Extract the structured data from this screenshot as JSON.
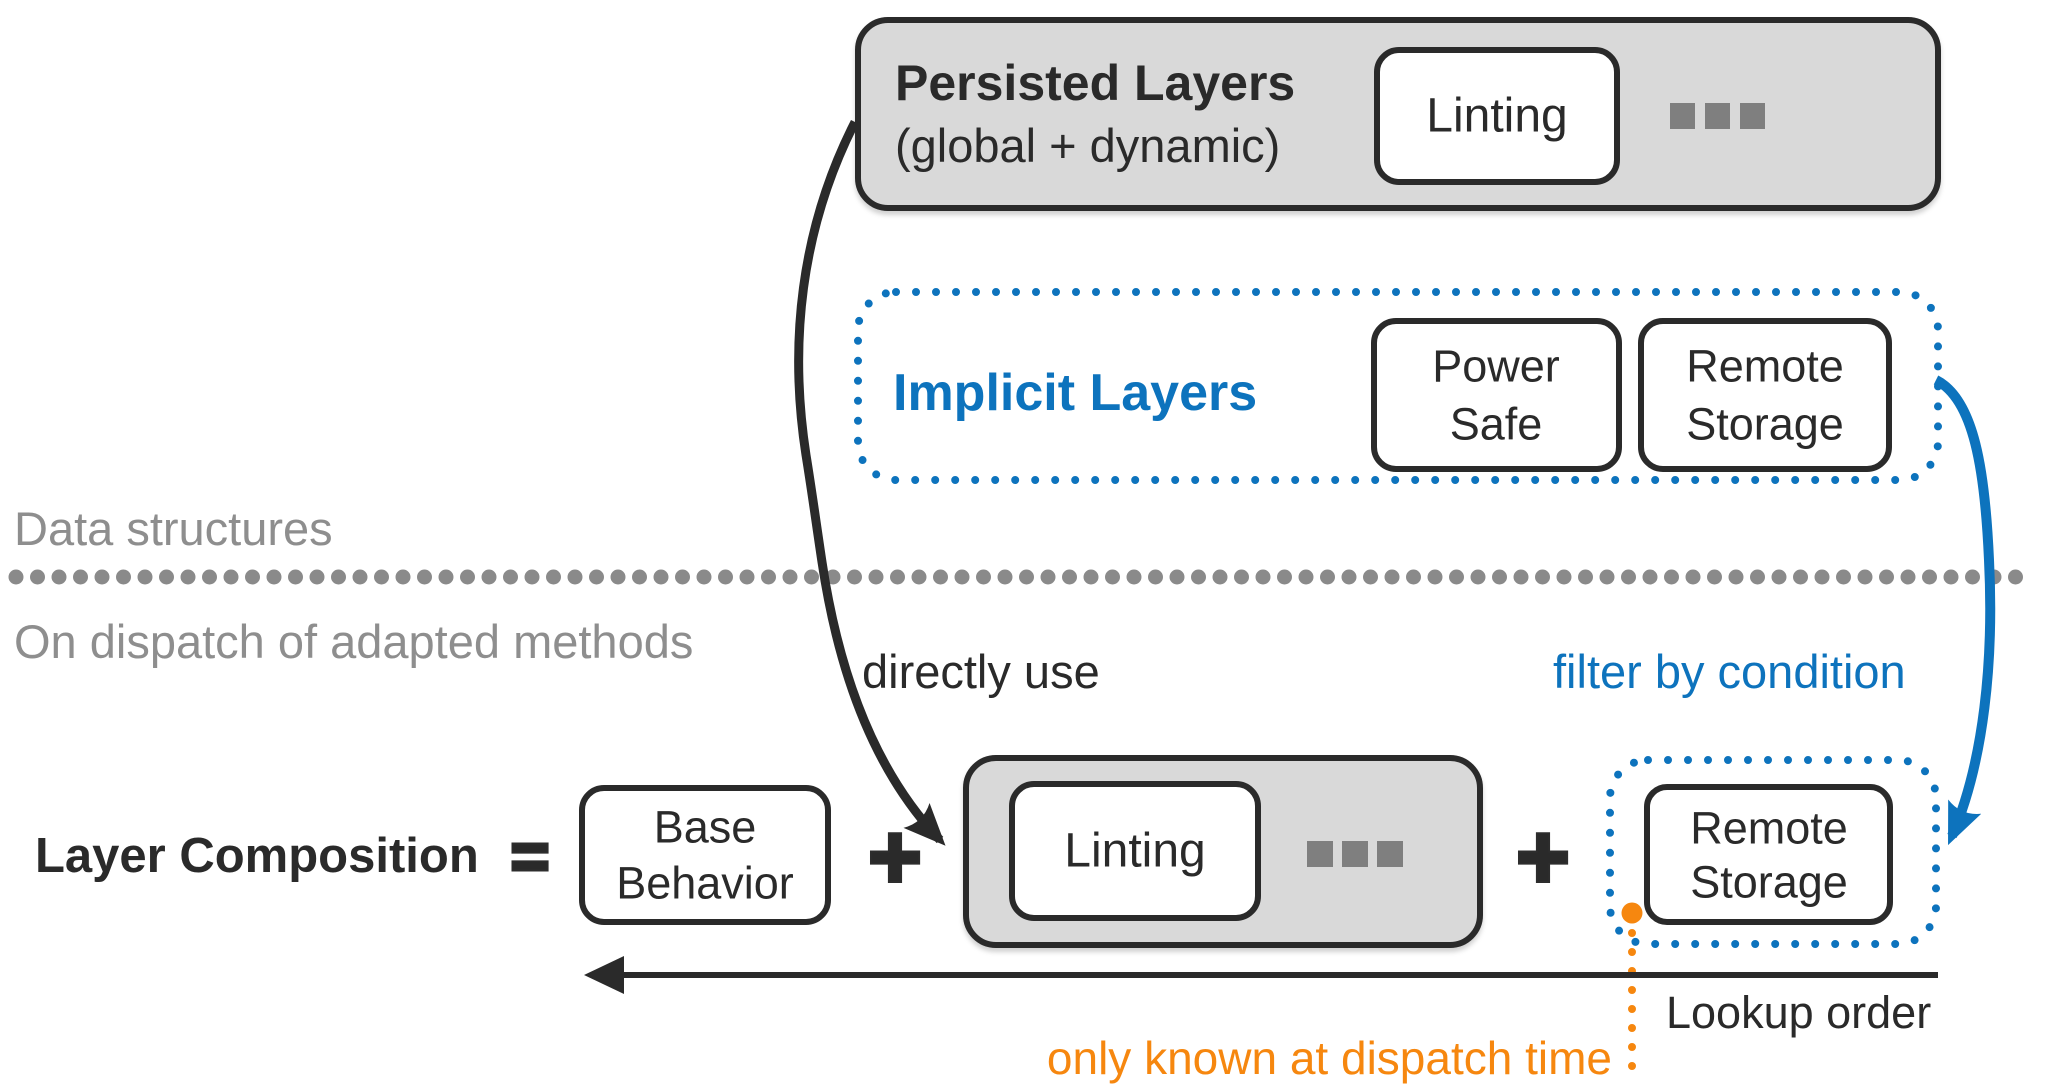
{
  "persisted": {
    "title": "Persisted Layers",
    "subtitle": "(global + dynamic)",
    "chip": "Linting",
    "more_icon": "more-layers-squares"
  },
  "implicit": {
    "title": "Implicit Layers",
    "chips": [
      {
        "line1": "Power",
        "line2": "Safe"
      },
      {
        "line1": "Remote",
        "line2": "Storage"
      }
    ]
  },
  "sections": {
    "above_divider_label": "Data structures",
    "below_divider_label": "On dispatch of adapted methods"
  },
  "annotations": {
    "directly_use": "directly use",
    "filter_by_condition": "filter by condition",
    "only_known_at_dispatch": "only known at dispatch time",
    "lookup_order": "Lookup order"
  },
  "composition": {
    "label": "Layer Composition",
    "equals_symbol": "=",
    "plus_symbol": "+",
    "base_chip": {
      "line1": "Base",
      "line2": "Behavior"
    },
    "linting_chip": "Linting",
    "more_icon": "more-layers-squares",
    "remote_chip": {
      "line1": "Remote",
      "line2": "Storage"
    }
  },
  "colors": {
    "blue": "#0d73bd",
    "orange": "#f6870f",
    "gray_fill": "#d9d9d9",
    "ink": "#2a2a2a",
    "gray_text": "#8e8e8e",
    "divider_dot_gray": "#8a8a8a",
    "square_gray": "#7f7f7f"
  }
}
